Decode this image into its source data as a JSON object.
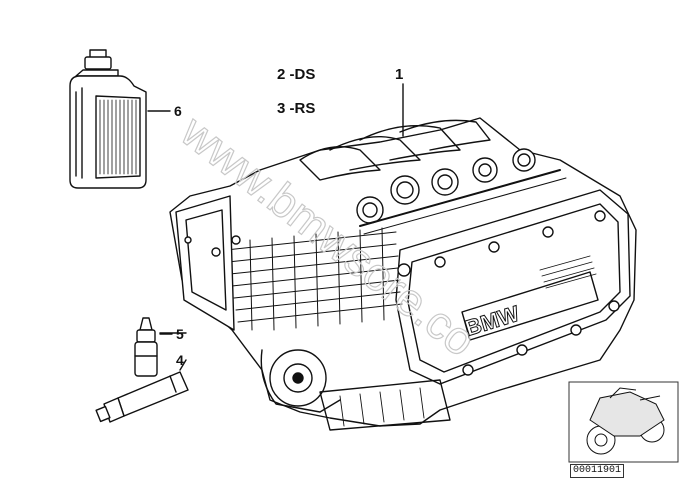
{
  "callouts": [
    {
      "id": "1",
      "text": "1"
    },
    {
      "id": "2",
      "text": "2 -DS"
    },
    {
      "id": "3",
      "text": "3 -RS"
    },
    {
      "id": "4",
      "text": "4"
    },
    {
      "id": "5",
      "text": "5"
    },
    {
      "id": "6",
      "text": "6"
    }
  ],
  "engine_badge": "BMW",
  "watermark": "www.bmwsore.co",
  "diagram_code": "00011901",
  "colors": {
    "line": "#111111",
    "background": "#ffffff",
    "watermark": "#c8c8c8"
  }
}
